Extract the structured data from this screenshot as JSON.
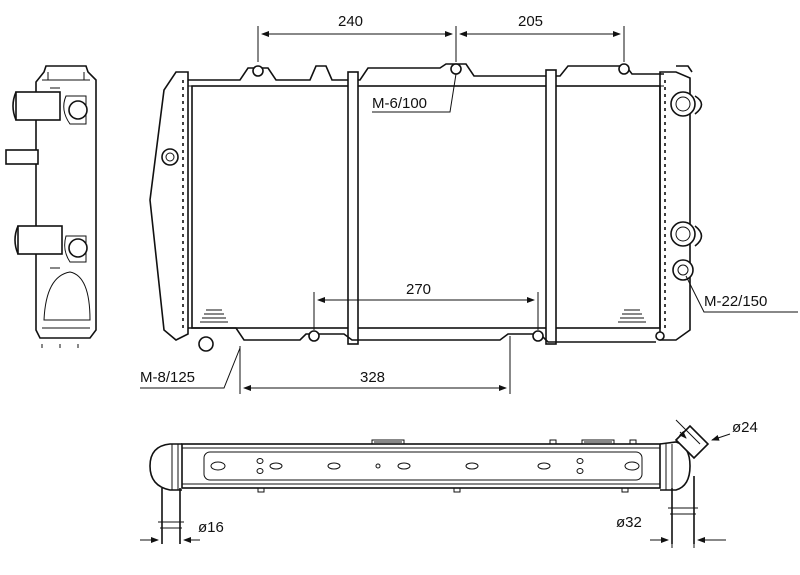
{
  "dimensions": {
    "top_left": "240",
    "top_right": "205",
    "middle": "270",
    "bottom": "328"
  },
  "threads": {
    "top_mount": "M-6/100",
    "right_mount": "M-22/150",
    "left_mount": "M-8/125"
  },
  "diameters": {
    "outlet_upper": "ø24",
    "outlet_lower": "ø32",
    "inlet": "ø16"
  },
  "colors": {
    "line": "#111111",
    "background": "#ffffff"
  }
}
